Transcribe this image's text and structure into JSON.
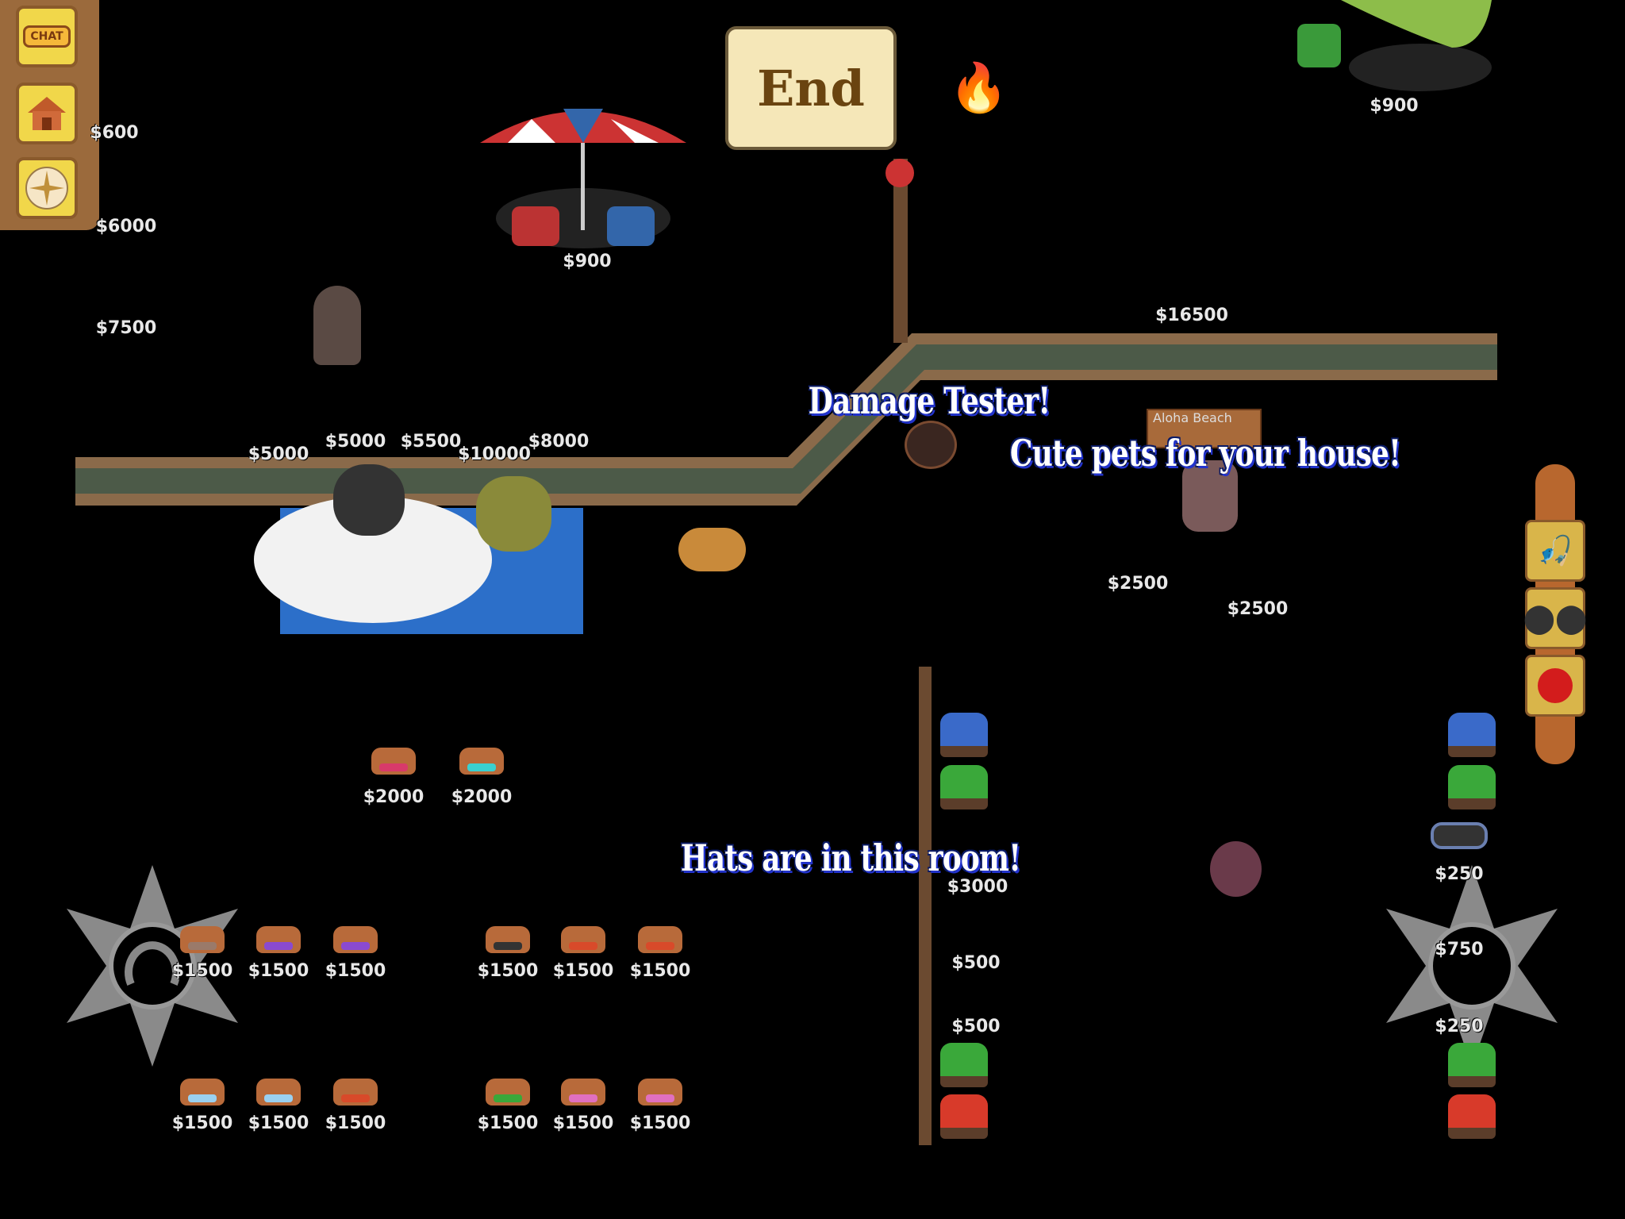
{
  "hud": {
    "chat_label": "CHAT",
    "house_icon": "house-icon",
    "compass_icon": "compass-icon"
  },
  "sign_end": "End",
  "sign_aloha": "Aloha Beach",
  "banners": {
    "damage_tester": "Damage Tester!",
    "cute_pets": "Cute pets for your house!",
    "hats_room": "Hats are in this room!"
  },
  "prices": {
    "bullet_belt": "$600",
    "bow": "$6000",
    "pouch": "$7500",
    "umbrella_set": "$900",
    "green_umbrella_set": "$900",
    "hammer": "$16500",
    "doll": "$5000",
    "blue_knife": "$5000",
    "gold_sword": "$5500",
    "horn": "$10000",
    "swordfish": "$8000",
    "turtle": "$2500",
    "spider": "$2500",
    "hat_a": "$2000",
    "hat_b": "$2000",
    "beach_umbrella": "$3000",
    "coconut": "$500",
    "ice_cream": "$500",
    "sunglasses": "$250",
    "hat_item": "$750",
    "fruit": "$250"
  },
  "hats_row1": [
    "$1500",
    "$1500",
    "$1500",
    "$1500",
    "$1500",
    "$1500"
  ],
  "hats_row2": [
    "$1500",
    "$1500",
    "$1500",
    "$1500",
    "$1500",
    "$1500"
  ],
  "colors": {
    "walkway_top": "#8a6a4a",
    "walkway_mid": "#4c5a48",
    "hud_yellow": "#f1d74a",
    "hud_brown": "#8a5a2b",
    "banner_shadow": "#2233cc"
  }
}
